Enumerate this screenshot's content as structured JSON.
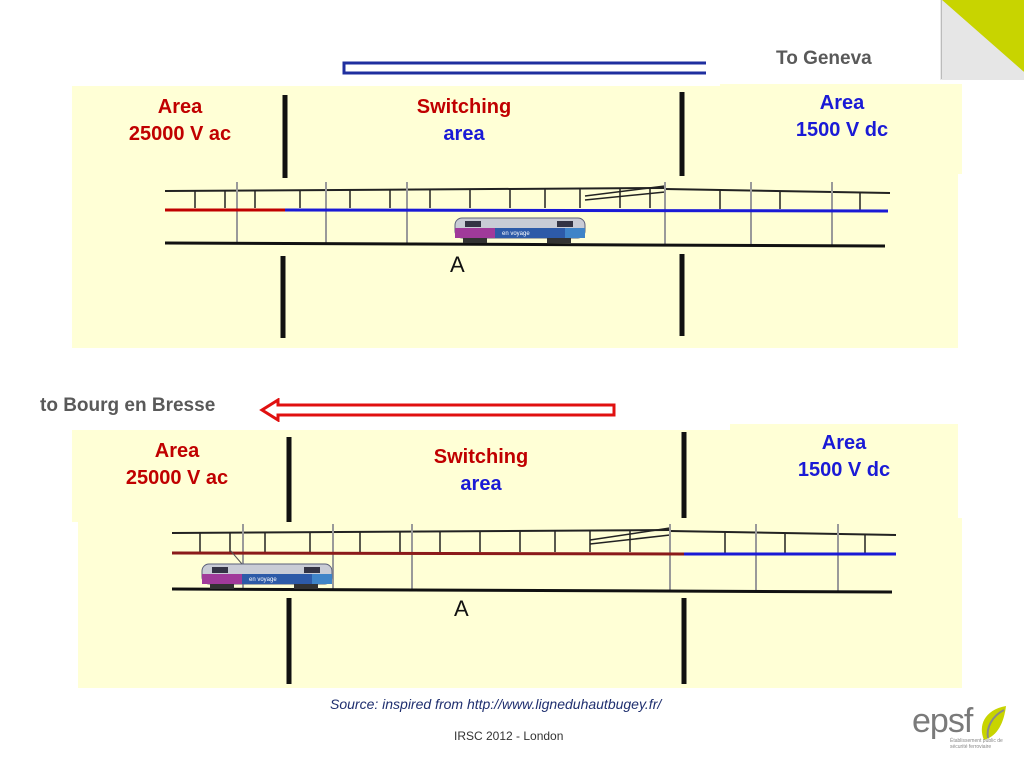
{
  "top": {
    "direction_label": "To Geneva",
    "left_area": {
      "line1": "Area",
      "line2": "25000 V ac"
    },
    "switching": {
      "line1": "Switching",
      "line2": "area"
    },
    "right_area": {
      "line1": "Area",
      "line2": "1500 V dc"
    },
    "marker": "A",
    "train_caption": "en voyage"
  },
  "bottom": {
    "direction_label": "to Bourg en Bresse",
    "left_area": {
      "line1": "Area",
      "line2": "25000 V ac"
    },
    "switching": {
      "line1": "Switching",
      "line2": "area"
    },
    "right_area": {
      "line1": "Area",
      "line2": "1500 V dc"
    },
    "marker": "A",
    "train_caption": "en voyage"
  },
  "source": "Source:  inspired  from http://www.ligneduhautbugey.fr/",
  "footer": "IRSC 2012 - London",
  "logo": {
    "text": "epsf",
    "tagline": "Établissement public de sécurité ferroviaire"
  },
  "colors": {
    "ac_red": "#c00000",
    "dc_blue": "#1a1ad6",
    "panel": "#ffffd6",
    "corner": "#c8d400"
  }
}
